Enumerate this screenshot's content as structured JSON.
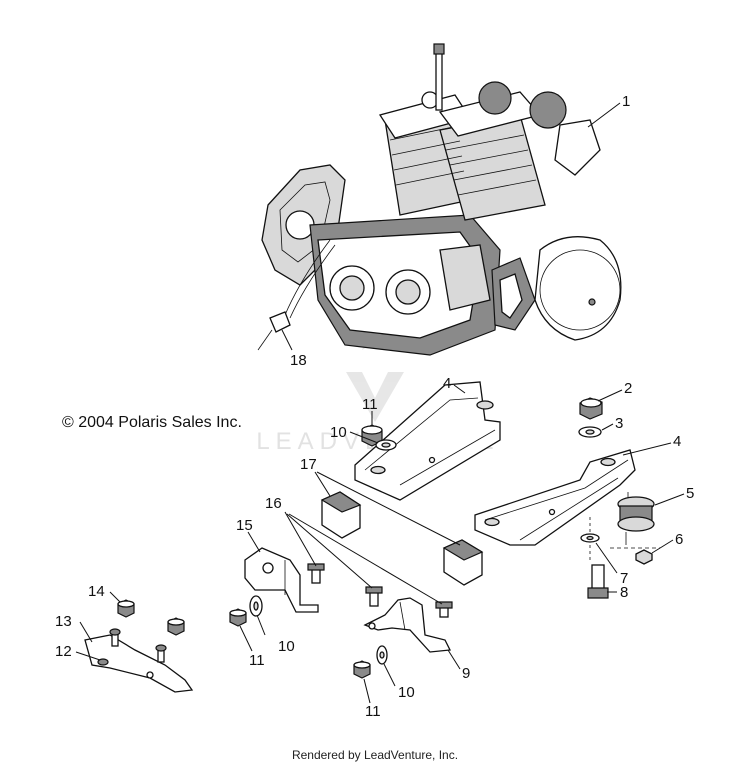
{
  "copyright": "© 2004 Polaris Sales Inc.",
  "footer": "Rendered by LeadVenture, Inc.",
  "watermark": "LEADVENTURE",
  "callouts": [
    {
      "id": "c1",
      "label": "1"
    },
    {
      "id": "c2",
      "label": "2"
    },
    {
      "id": "c3",
      "label": "3"
    },
    {
      "id": "c4a",
      "label": "4"
    },
    {
      "id": "c4b",
      "label": "4"
    },
    {
      "id": "c5",
      "label": "5"
    },
    {
      "id": "c6",
      "label": "6"
    },
    {
      "id": "c7",
      "label": "7"
    },
    {
      "id": "c8",
      "label": "8"
    },
    {
      "id": "c9",
      "label": "9"
    },
    {
      "id": "c10a",
      "label": "10"
    },
    {
      "id": "c10b",
      "label": "10"
    },
    {
      "id": "c10c",
      "label": "10"
    },
    {
      "id": "c11a",
      "label": "11"
    },
    {
      "id": "c11b",
      "label": "11"
    },
    {
      "id": "c11c",
      "label": "11"
    },
    {
      "id": "c12",
      "label": "12"
    },
    {
      "id": "c13",
      "label": "13"
    },
    {
      "id": "c14",
      "label": "14"
    },
    {
      "id": "c15",
      "label": "15"
    },
    {
      "id": "c16",
      "label": "16"
    },
    {
      "id": "c17",
      "label": "17"
    },
    {
      "id": "c18",
      "label": "18"
    }
  ]
}
